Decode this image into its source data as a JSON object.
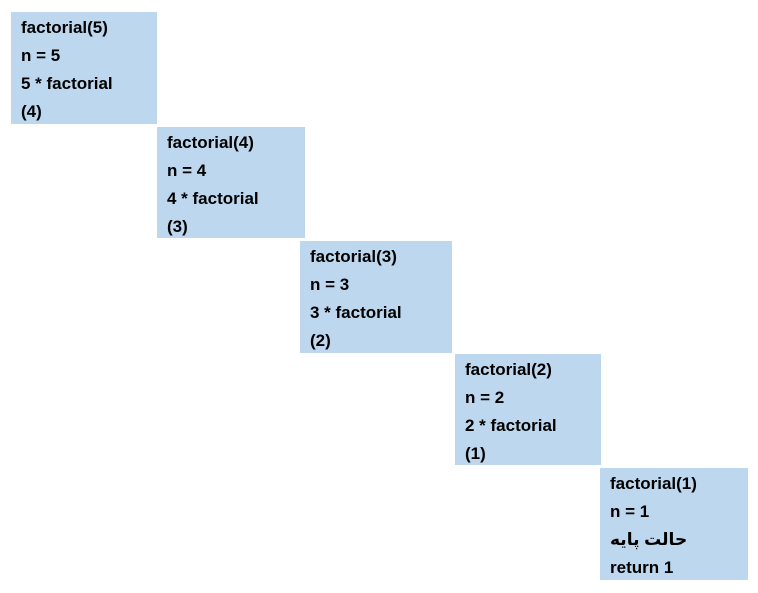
{
  "style": {
    "box_fill": "#BDD7EE",
    "text_color": "#000000",
    "background": "#FFFFFF"
  },
  "diagram": {
    "description": "Factorial recursion call-stack staircase, factorial(5) down to base case factorial(1)"
  },
  "frames": [
    {
      "id": "factorial-5",
      "lines": [
        "factorial(5)",
        "n = 5",
        "5 * factorial",
        "(4)"
      ]
    },
    {
      "id": "factorial-4",
      "lines": [
        "factorial(4)",
        "n = 4",
        "4 * factorial",
        "(3)"
      ]
    },
    {
      "id": "factorial-3",
      "lines": [
        "factorial(3)",
        "n = 3",
        "3 * factorial",
        "(2)"
      ]
    },
    {
      "id": "factorial-2",
      "lines": [
        "factorial(2)",
        "n = 2",
        "2 * factorial",
        "(1)"
      ]
    },
    {
      "id": "factorial-1",
      "lines": [
        "factorial(1)",
        "n = 1",
        "حالت پایه",
        "return 1"
      ]
    }
  ]
}
